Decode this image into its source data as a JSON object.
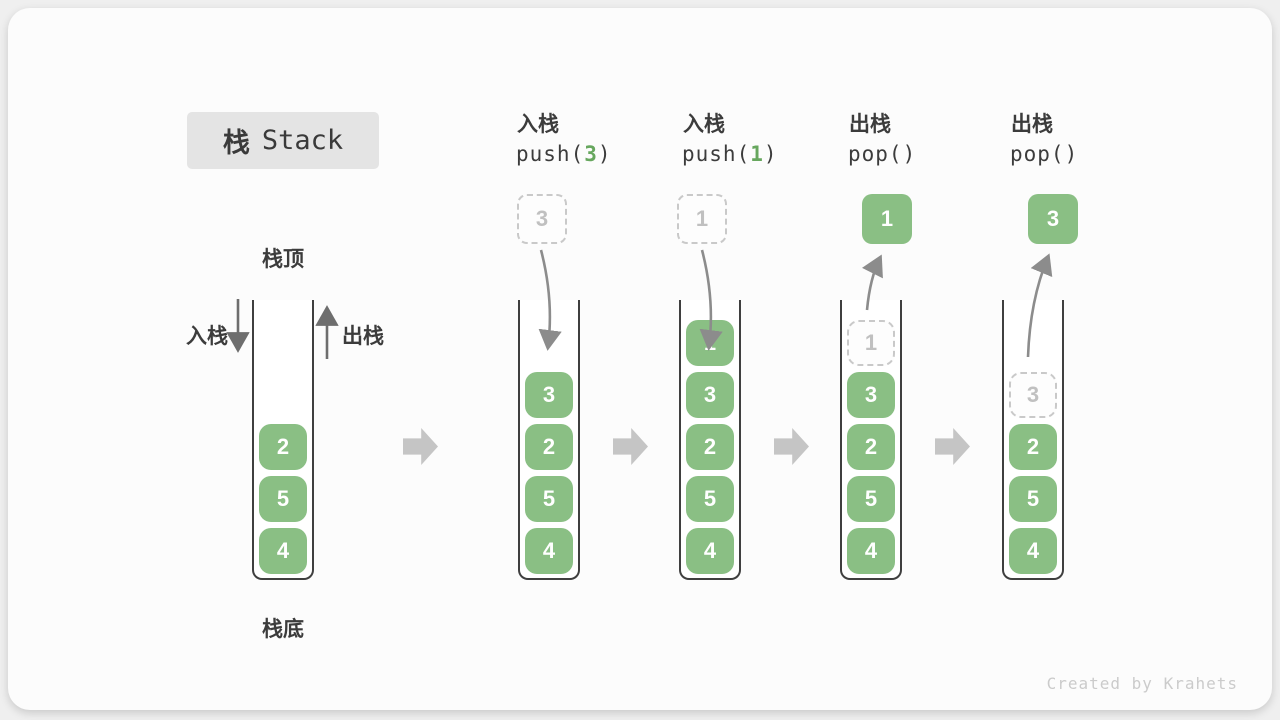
{
  "title": {
    "zh": "栈",
    "en": "Stack"
  },
  "legend": {
    "top": "栈顶",
    "bottom": "栈底",
    "push": "入栈",
    "pop": "出栈"
  },
  "operations": [
    {
      "label": "入栈",
      "code_pre": "push(",
      "code_arg": "3",
      "code_post": ")"
    },
    {
      "label": "入栈",
      "code_pre": "push(",
      "code_arg": "1",
      "code_post": ")"
    },
    {
      "label": "出栈",
      "code_pre": "pop(",
      "code_arg": "",
      "code_post": ")"
    },
    {
      "label": "出栈",
      "code_pre": "pop(",
      "code_arg": "",
      "code_post": ")"
    }
  ],
  "stacks": [
    {
      "items": [
        "2",
        "5",
        "4"
      ]
    },
    {
      "floating": "3",
      "items": [
        "3",
        "2",
        "5",
        "4"
      ]
    },
    {
      "floating": "1",
      "items": [
        "1",
        "3",
        "2",
        "5",
        "4"
      ]
    },
    {
      "floating": "1",
      "ghost": "1",
      "items": [
        "3",
        "2",
        "5",
        "4"
      ]
    },
    {
      "floating": "3",
      "ghost": "3",
      "items": [
        "2",
        "5",
        "4"
      ]
    }
  ],
  "watermark": "Created by Krahets",
  "colors": {
    "cell_green": "#8abf84",
    "code_arg_green": "#67a75e",
    "tube_border": "#3f3f3f",
    "ghost_gray": "#c9c9c9",
    "big_arrow_gray": "#c5c5c5",
    "curve_arrow_gray": "#8c8c8c"
  }
}
